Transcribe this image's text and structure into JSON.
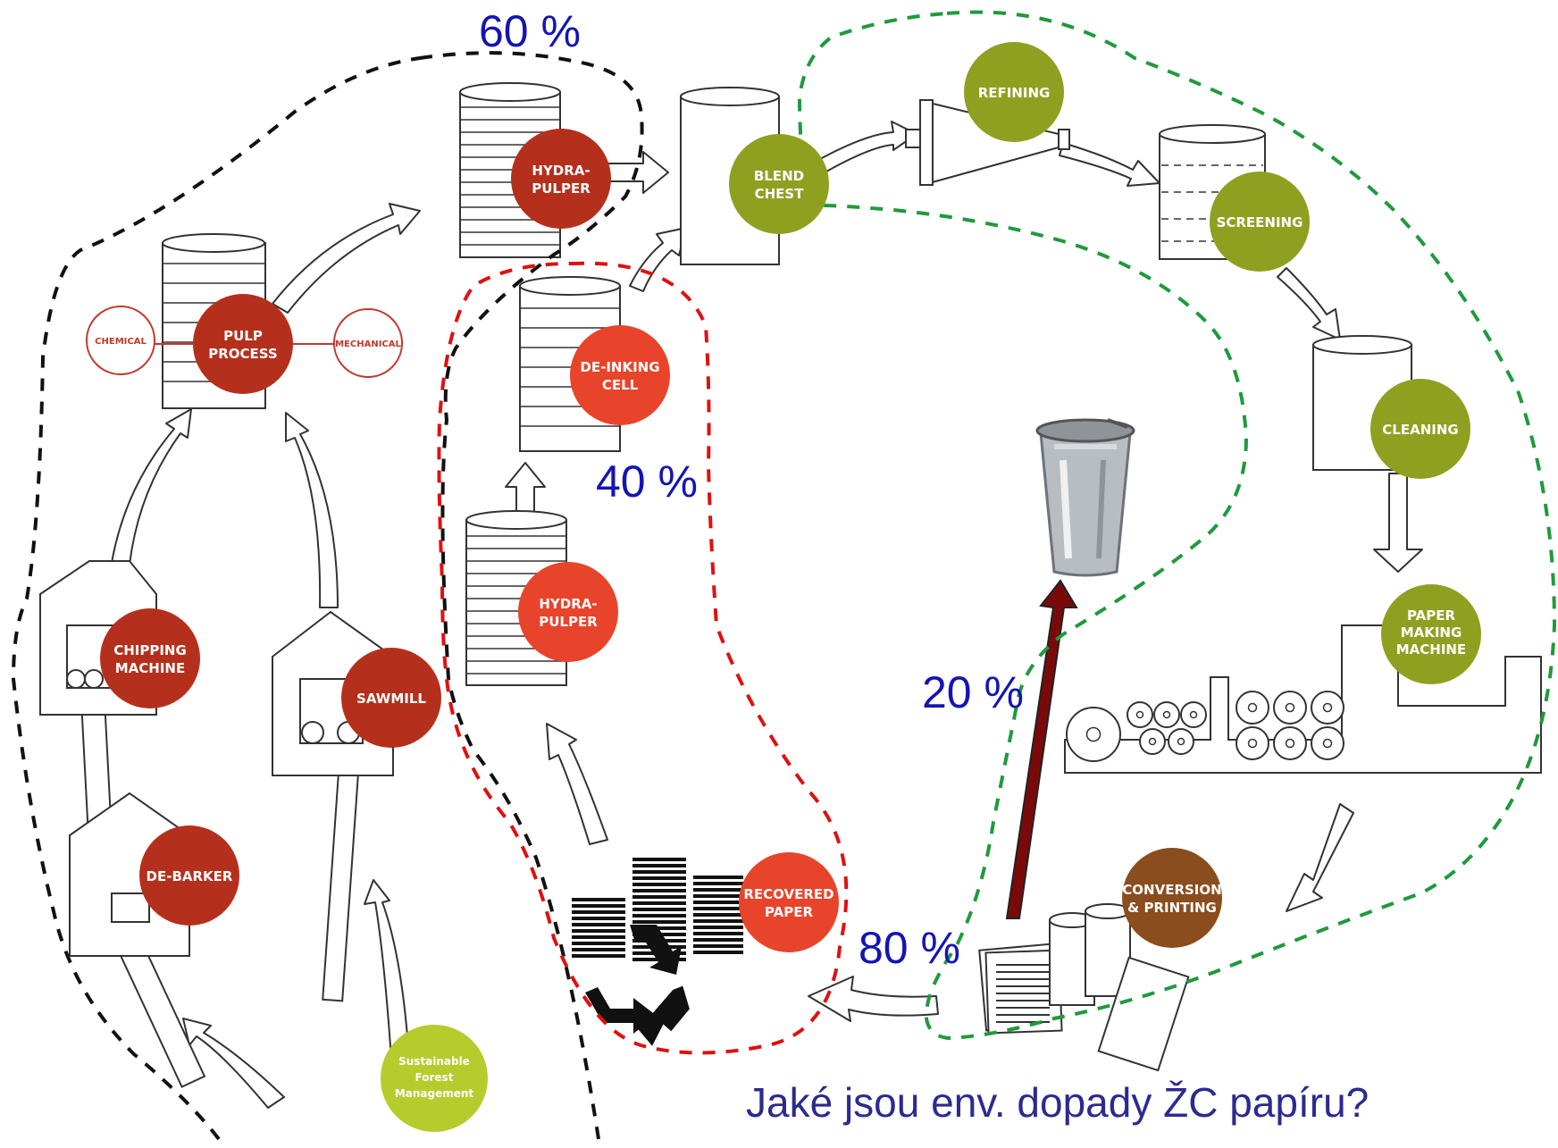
{
  "percentages": {
    "virgin_fibre": "60 %",
    "recovered_fibre": "40 %",
    "landfill": "20 %",
    "recycled": "80 %"
  },
  "question": "Jaké jsou env. dopady ŽC papíru?",
  "nodes": {
    "hydrapulper_top": [
      "HYDRA-",
      "PULPER"
    ],
    "blend_chest": [
      "BLEND",
      "CHEST"
    ],
    "refining": [
      "REFINING"
    ],
    "screening": [
      "SCREENING"
    ],
    "cleaning": [
      "CLEANING"
    ],
    "paper_making": [
      "PAPER",
      "MAKING",
      "MACHINE"
    ],
    "conversion": [
      "CONVERSION",
      "& PRINTING"
    ],
    "recovered_paper": [
      "RECOVERED",
      "PAPER"
    ],
    "hydrapulper_bottom": [
      "HYDRA-",
      "PULPER"
    ],
    "deinking": [
      "DE-INKING",
      "CELL"
    ],
    "pulp_process": [
      "PULP",
      "PROCESS"
    ],
    "chemical": "CHEMICAL",
    "mechanical": "MECHANICAL",
    "chipping": [
      "CHIPPING",
      "MACHINE"
    ],
    "sawmill": [
      "SAWMILL"
    ],
    "debarker": [
      "DE-BARKER"
    ],
    "forest": [
      "Sustainable",
      "Forest",
      "Management"
    ]
  },
  "colors": {
    "dark_red": "#b5301c",
    "bright_red": "#e8442b",
    "olive": "#8fa021",
    "lime": "#b6cc2d",
    "brown": "#8a4d1e",
    "percent_blue": "#1414b4",
    "black_boundary": "#111111",
    "red_boundary": "#e01010",
    "green_boundary": "#1f9a3c"
  },
  "icons": [
    "recycle-icon",
    "trash-bin-icon",
    "paper-roll-icon",
    "paper-stack-icon"
  ]
}
